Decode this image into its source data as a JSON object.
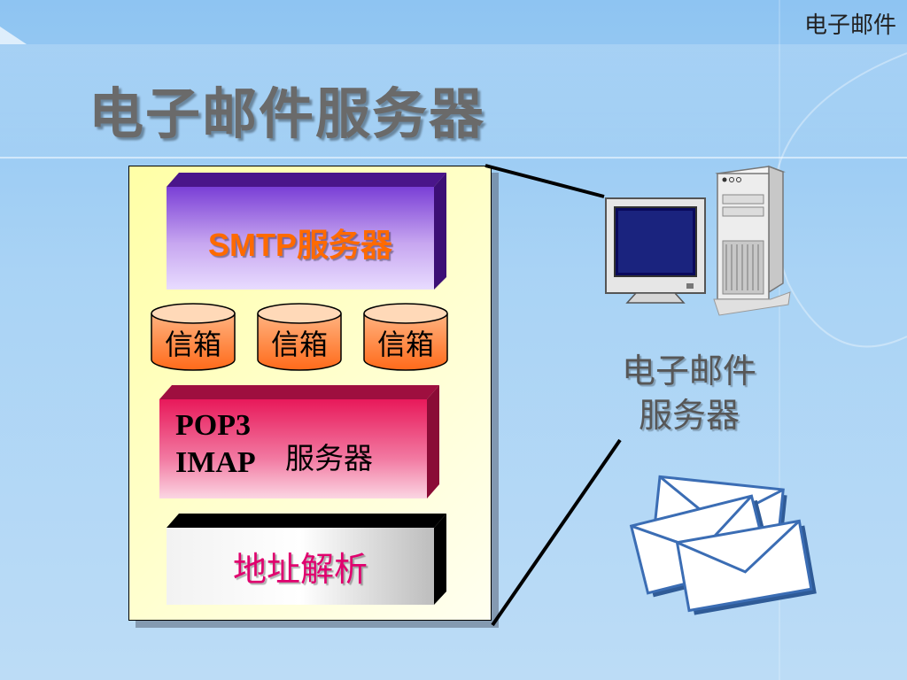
{
  "header": {
    "corner_label": "电子邮件",
    "title": "电子邮件服务器"
  },
  "stack": {
    "smtp_label": "SMTP服务器",
    "mailboxes": [
      "信箱",
      "信箱",
      "信箱"
    ],
    "pop_line1": "POP3",
    "pop_line2": "IMAP",
    "pop_server_label": "服务器",
    "address_label": "地址解析"
  },
  "server_label": {
    "line1": "电子邮件",
    "line2": "服务器"
  },
  "icons": [
    "computer-icon",
    "server-tower-icon",
    "envelopes-icon"
  ],
  "colors": {
    "background": "#a9d3f5",
    "smtp_text": "#ff6a00",
    "smtp_block": "#7b2fc4",
    "pop_block": "#e0195c",
    "address_text": "#e0006e",
    "mailbox_fill": "#ff7a33",
    "panel_fill": "#ffffa6"
  }
}
